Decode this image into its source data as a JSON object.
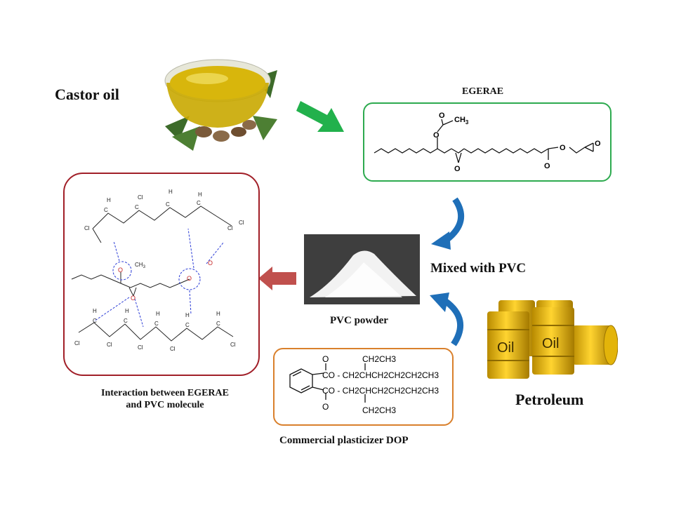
{
  "labels": {
    "castor_oil": "Castor oil",
    "egerae": "EGERAE",
    "mixed_with_pvc": "Mixed with PVC",
    "pvc_powder": "PVC powder",
    "petroleum": "Petroleum",
    "interaction_line1": "Interaction between EGERAE",
    "interaction_line2": "and PVC molecule",
    "commercial_dop": "Commercial plasticizer DOP"
  },
  "barrel_labels": [
    "Oil",
    "Oil"
  ],
  "dop_formula": {
    "top_branch": "CH2CH3",
    "row1": "CO - CH2CHCH2CH2CH2CH3",
    "row2": "CO - CH2CHCH2CH2CH2CH3",
    "bottom_branch": "CH2CH3"
  },
  "egerae_atoms": {
    "ch3": "CH3",
    "o": "O"
  },
  "colors": {
    "egerae_box": "#2daa4f",
    "interaction_box": "#a11f28",
    "dop_box": "#d9802c",
    "green_arrow": "#22b14c",
    "blue_arrow": "#1f6fb8",
    "red_arrow": "#c0504d",
    "oil_barrel": "#e6b400"
  }
}
